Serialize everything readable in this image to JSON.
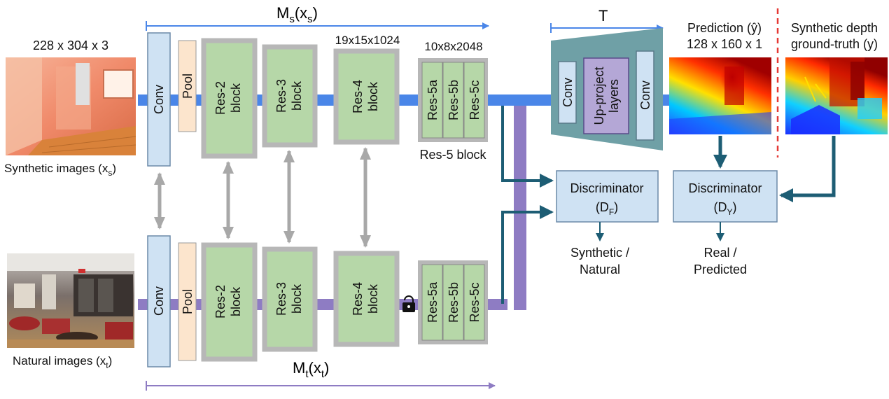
{
  "top_branch": {
    "input_dims": "228 x 304 x 3",
    "input_caption_main": "Synthetic images (x",
    "input_caption_sub": "s",
    "input_caption_close": ")",
    "span_label_main": "M",
    "span_label_sub": "s",
    "span_label_rest": "(x",
    "span_label_sub2": "s",
    "span_label_close": ")",
    "conv": "Conv",
    "pool": "Pool",
    "res2_l1": "Res-2",
    "res2_l2": "block",
    "res3_l1": "Res-3",
    "res3_l2": "block",
    "res4_l1": "Res-4",
    "res4_l2": "block",
    "res4_dims": "19x15x1024",
    "res5_dims": "10x8x2048",
    "res5a": "Res-5a",
    "res5b": "Res-5b",
    "res5c": "Res-5c",
    "res5_caption": "Res-5 block"
  },
  "bottom_branch": {
    "input_caption_main": "Natural images (x",
    "input_caption_sub": "t",
    "input_caption_close": ")",
    "span_label_main": "M",
    "span_label_sub": "t",
    "span_label_rest": "(x",
    "span_label_sub2": "t",
    "span_label_close": ")",
    "conv": "Conv",
    "pool": "Pool",
    "res2_l1": "Res-2",
    "res2_l2": "block",
    "res3_l1": "Res-3",
    "res3_l2": "block",
    "res4_l1": "Res-4",
    "res4_l2": "block",
    "res5a": "Res-5a",
    "res5b": "Res-5b",
    "res5c": "Res-5c"
  },
  "decoder": {
    "span_label": "T",
    "conv_left": "Conv",
    "upproject_l1": "Up-project",
    "upproject_l2": "layers",
    "conv_right": "Conv"
  },
  "prediction": {
    "title": "Prediction (ŷ)",
    "dims": "128 x 160 x 1"
  },
  "ground_truth": {
    "title_l1": "Synthetic depth",
    "title_l2": "ground-truth (y)"
  },
  "disc_f": {
    "title": "Discriminator",
    "sym_main": "(D",
    "sym_sub": "F",
    "sym_close": ")",
    "out_l1": "Synthetic /",
    "out_l2": "Natural"
  },
  "disc_y": {
    "title": "Discriminator",
    "sym_main": "(D",
    "sym_sub": "Y",
    "sym_close": ")",
    "out_l1": "Real /",
    "out_l2": "Predicted"
  },
  "colors": {
    "synthetic_stream": "#4a86e8",
    "natural_stream": "#8e7cc3",
    "block_green": "#b6d7a8",
    "block_border": "#b7b7b7",
    "conv_blue": "#cfe2f3",
    "pool_orange": "#fce5cd",
    "decoder_teal": "#6fa0a6",
    "upproject_purple": "#b4a7d6",
    "arrow_dark": "#1d5d74",
    "divider_red": "#e53935"
  }
}
